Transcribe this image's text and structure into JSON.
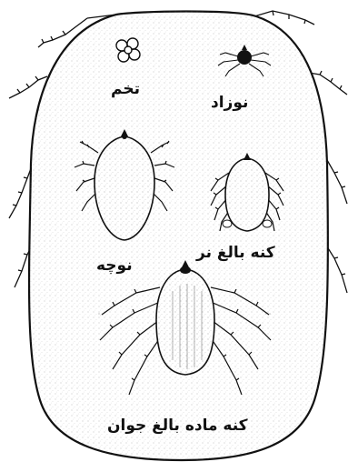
{
  "labels": {
    "egg": "تخم",
    "larva": "نوزاد",
    "nymph": "نوچه",
    "adult_male": "کنه بالغ نر",
    "adult_female": "کنه ماده بالغ جوان"
  }
}
